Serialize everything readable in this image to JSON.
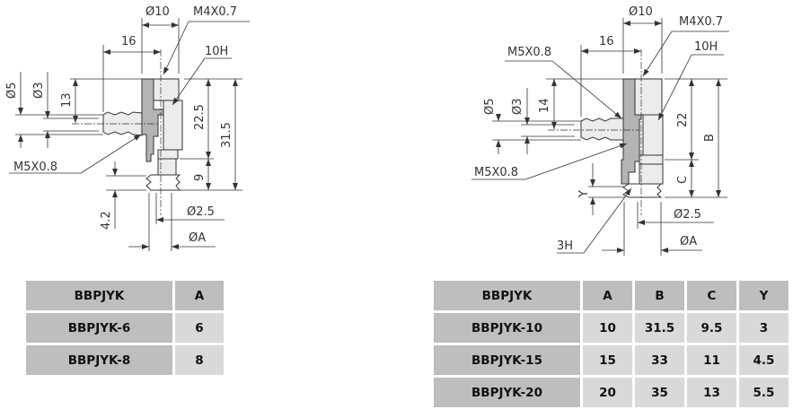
{
  "left_drawing": {
    "labels": {
      "dia10": "Ø10",
      "m4": "M4X0.7",
      "len16": "16",
      "h10": "10H",
      "dia5": "Ø5",
      "dia3": "Ø3",
      "h13": "13",
      "h22_5": "22.5",
      "h31_5": "31.5",
      "m5": "M5X0.8",
      "h9": "9",
      "h4_2": "4.2",
      "dia2_5": "Ø2.5",
      "diaA": "ØA"
    }
  },
  "right_drawing": {
    "labels": {
      "dia10": "Ø10",
      "m4": "M4X0.7",
      "len16": "16",
      "h10": "10H",
      "m5_top": "M5X0.8",
      "dia5": "Ø5",
      "dia3": "Ø3",
      "h14": "14",
      "h22": "22",
      "B": "B",
      "m5": "M5X0.8",
      "C": "C",
      "Y": "Y",
      "dia2_5": "Ø2.5",
      "h3": "3H",
      "diaA": "ØA"
    }
  },
  "table_left": {
    "headers": [
      "BBPJYK",
      "A"
    ],
    "rows": [
      [
        "BBPJYK-6",
        "6"
      ],
      [
        "BBPJYK-8",
        "8"
      ]
    ]
  },
  "table_right": {
    "headers": [
      "BBPJYK",
      "A",
      "B",
      "C",
      "Y"
    ],
    "rows": [
      [
        "BBPJYK-10",
        "10",
        "31.5",
        "9.5",
        "3"
      ],
      [
        "BBPJYK-15",
        "15",
        "33",
        "11",
        "4.5"
      ],
      [
        "BBPJYK-20",
        "20",
        "35",
        "13",
        "5.5"
      ]
    ]
  }
}
